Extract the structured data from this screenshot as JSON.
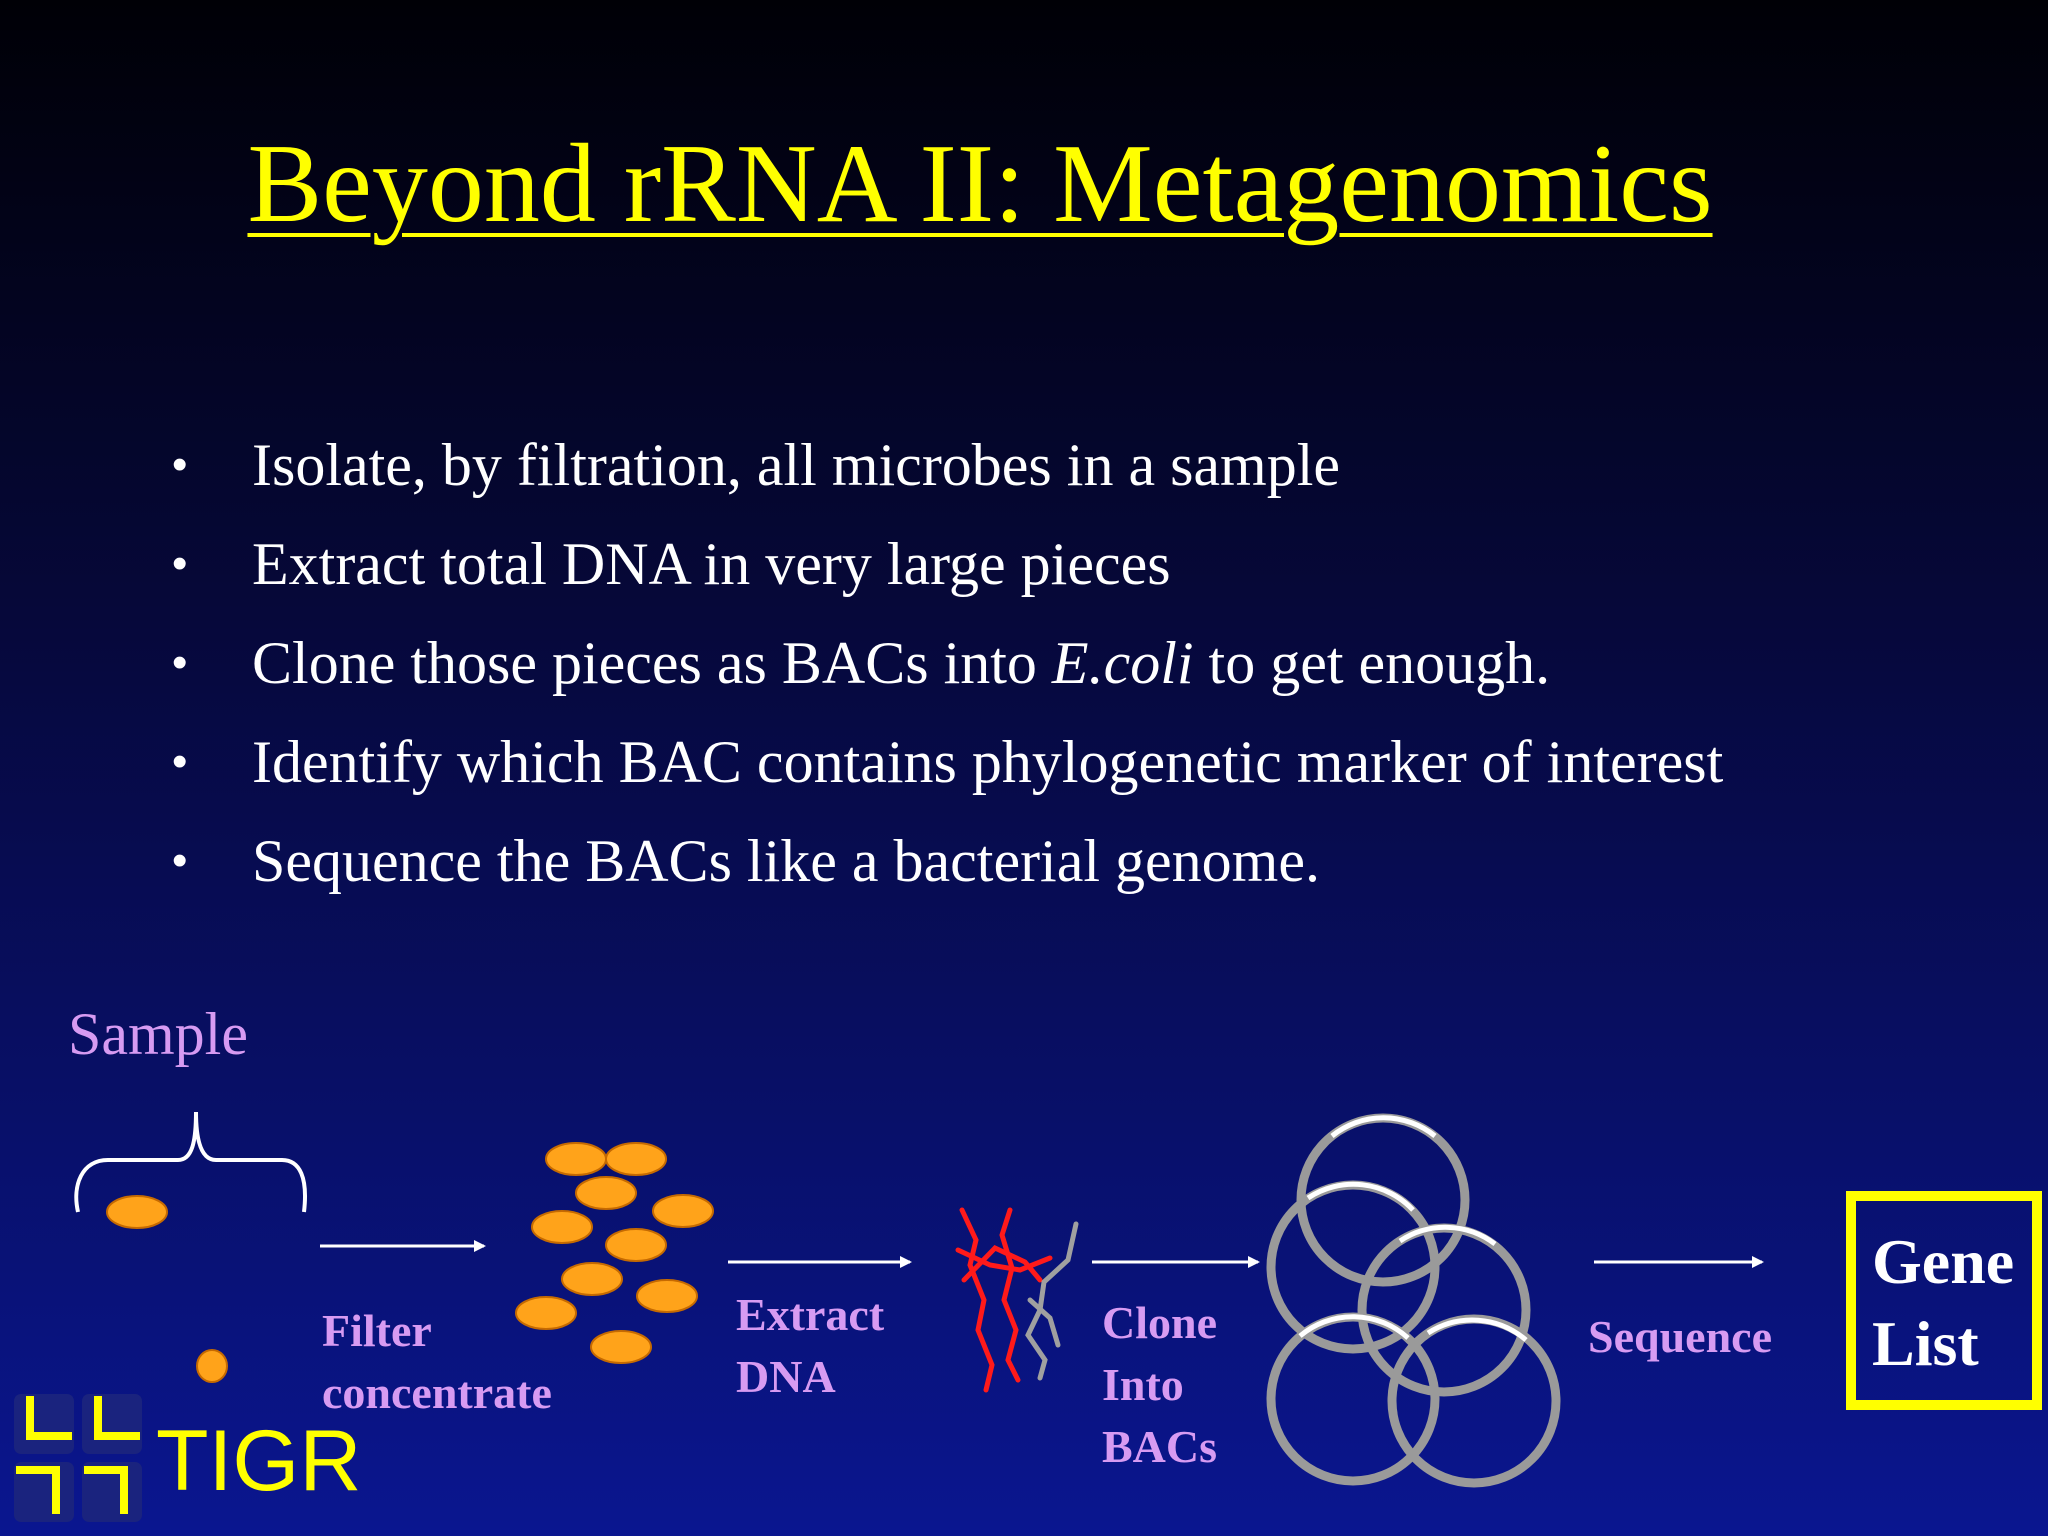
{
  "slide": {
    "title": "Beyond rRNA II: Metagenomics",
    "bullets": [
      {
        "text_before": "Isolate, by filtration, all microbes in a sample",
        "italic": "",
        "text_after": ""
      },
      {
        "text_before": "Extract total DNA in very large pieces",
        "italic": "",
        "text_after": ""
      },
      {
        "text_before": "Clone those pieces as BACs into ",
        "italic": "E.coli",
        "text_after": " to get enough."
      },
      {
        "text_before": "Identify which BAC contains phylogenetic marker of interest",
        "italic": "",
        "text_after": ""
      },
      {
        "text_before": "Sequence the BACs like a bacterial genome.",
        "italic": "",
        "text_after": ""
      }
    ],
    "bullet_symbol": "•"
  },
  "diagram": {
    "sample_label": "Sample",
    "steps": {
      "filter": "Filter\nconcentrate",
      "extract": "Extract\nDNA",
      "clone": "Clone\nInto\nBACs",
      "sequence": "Sequence"
    },
    "result": "Gene\nList",
    "colors": {
      "cell": "#ffa31a",
      "dna_red": "#ff1a1a",
      "dna_gray": "#a0a0a0",
      "bac_gray": "#9a9a9a",
      "highlight": "#ffff00",
      "step_text": "#d79bf2"
    }
  },
  "logo": {
    "text": "TIGR"
  }
}
